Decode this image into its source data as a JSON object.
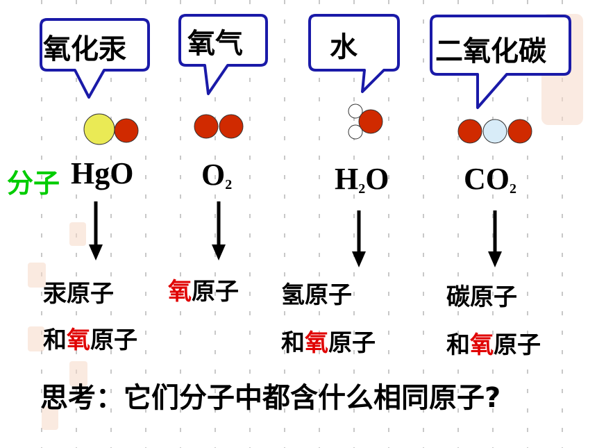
{
  "bubbles": [
    "氧化汞",
    "氧气",
    "水",
    "二氧化碳"
  ],
  "side_label": "分子",
  "formulas": [
    {
      "main": "HgO",
      "sub": ""
    },
    {
      "main": "O",
      "sub": "2"
    },
    {
      "pre": "H",
      "sub": "2",
      "post": "O"
    },
    {
      "main": "CO",
      "sub": "2"
    }
  ],
  "atoms": {
    "hgo": {
      "line1": "汞原子",
      "line2_a": "和",
      "line2_b": "氧",
      "line2_c": "原子"
    },
    "o2": {
      "line1_a": "氧",
      "line1_b": "原子"
    },
    "h2o": {
      "line1": "氢原子",
      "line2_a": "和",
      "line2_b": "氧",
      "line2_c": "原子"
    },
    "co2": {
      "line1": "碳原子",
      "line2_a": "和",
      "line2_b": "氧",
      "line2_c": "原子"
    }
  },
  "question": "思考：它们分子中都含什么相同原子?",
  "colors": {
    "oxygen": "#d02a00",
    "mercury": "#eaea55",
    "hydrogen": "#ffffff",
    "carbon": "#d8ecf8",
    "bubble_border": "#1a1aa8",
    "highlight": "#e00000",
    "side_label": "#00cc00"
  }
}
